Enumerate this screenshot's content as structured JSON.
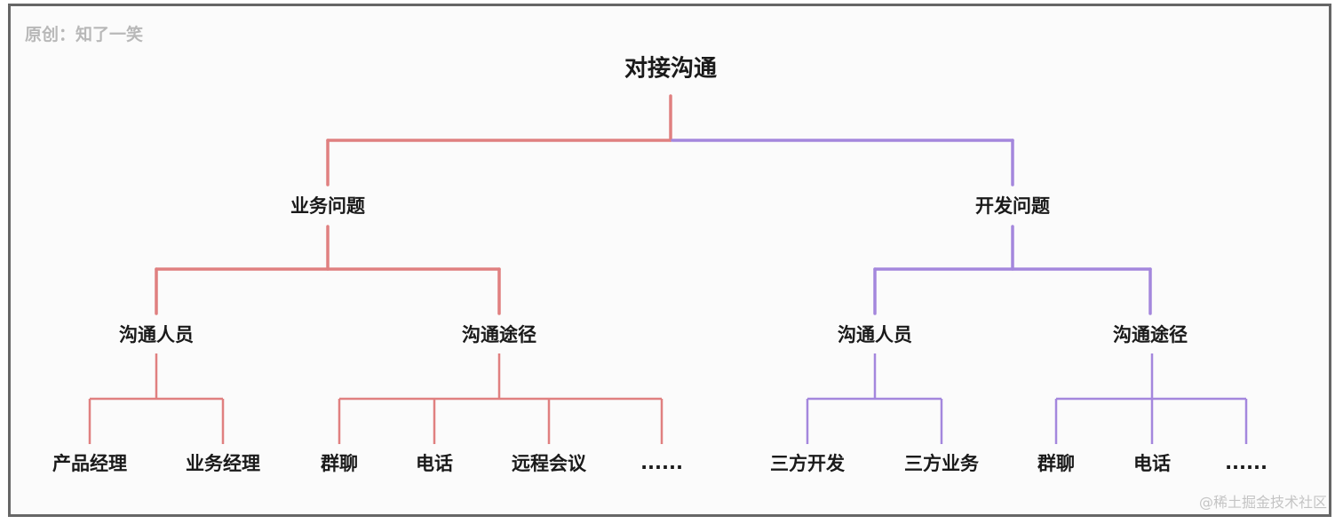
{
  "watermark": "原创：知了一笑",
  "site_mark": "@稀土掘金技术社区",
  "colors": {
    "business_branch": "#e08080",
    "dev_branch": "#a487dd",
    "frame_border": "#666666"
  },
  "root": {
    "label": "对接沟通"
  },
  "business": {
    "label": "业务问题",
    "people": {
      "label": "沟通人员",
      "items": [
        "产品经理",
        "业务经理"
      ]
    },
    "channels": {
      "label": "沟通途径",
      "items": [
        "群聊",
        "电话",
        "远程会议",
        "......"
      ]
    }
  },
  "dev": {
    "label": "开发问题",
    "people": {
      "label": "沟通人员",
      "items": [
        "三方开发",
        "三方业务"
      ]
    },
    "channels": {
      "label": "沟通途径",
      "items": [
        "群聊",
        "电话",
        "......"
      ]
    }
  }
}
